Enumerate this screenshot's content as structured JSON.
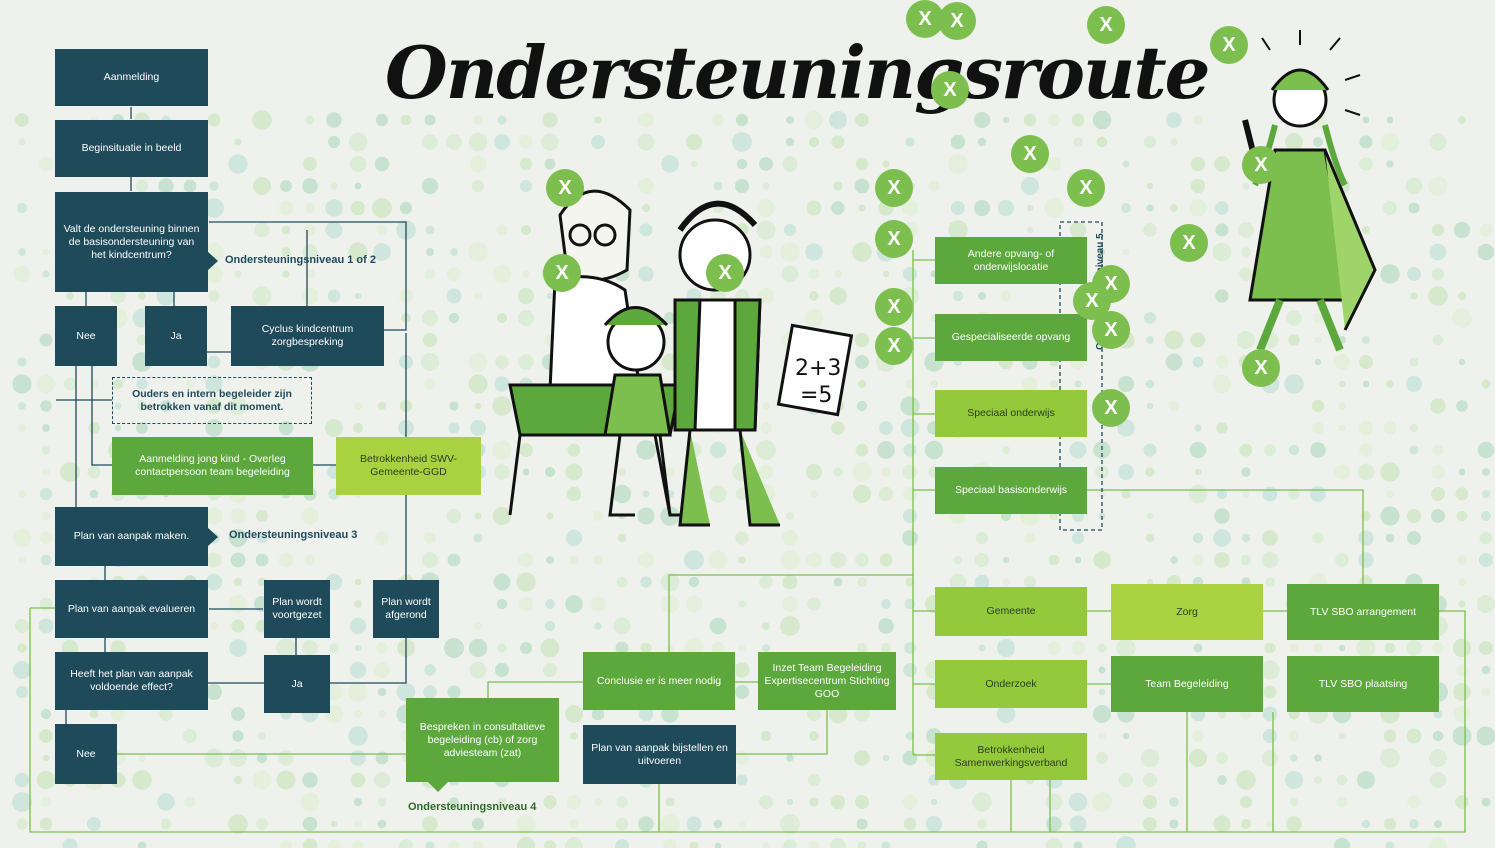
{
  "title": "Ondersteuningsroute",
  "boxes": {
    "aanmelding": "Aanmelding",
    "beginsituatie": "Beginsituatie in beeld",
    "valt": "Valt de ondersteuning binnen de basisondersteuning van het kindcentrum?",
    "nee1": "Nee",
    "ja1": "Ja",
    "cyclus": "Cyclus kindcentrum zorgbespreking",
    "ouders": "Ouders en intern begeleider zijn betrokken vanaf dit moment.",
    "aanmelding_jong": "Aanmelding jong kind - Overleg contactpersoon team begeleiding",
    "betrokkenheid_swv": "Betrokkenheid SWV-Gemeente-GGD",
    "plan_maken": "Plan van aanpak maken.",
    "plan_evalueren": "Plan van aanpak evalueren",
    "plan_voortgezet": "Plan wordt voortgezet",
    "plan_afgerond": "Plan wordt afgerond",
    "heeft_plan": "Heeft het plan van aanpak voldoende effect?",
    "ja2": "Ja",
    "nee2": "Nee",
    "bespreken": "Bespreken in consultatieve begeleiding (cb) of zorg adviesteam (zat)",
    "conclusie": "Conclusie er is meer nodig",
    "inzet": "Inzet Team Begeleiding Expertisecentrum Stichting GOO",
    "plan_bijstellen": "Plan van aanpak bijstellen en uitvoeren",
    "andere": "Andere opvang- of onderwijslocatie",
    "gespecialiseerde": "Gespecialiseerde opvang",
    "speciaal_onderwijs": "Speciaal onderwijs",
    "speciaal_basis": "Speciaal basisonderwijs",
    "gemeente": "Gemeente",
    "zorg": "Zorg",
    "tlv_arrangement": "TLV SBO arrangement",
    "onderzoek": "Onderzoek",
    "team_begeleiding": "Team Begeleiding",
    "tlv_plaatsing": "TLV SBO plaatsing",
    "betrokkenheid_samen": "Betrokkenheid Samenwerkingsverband"
  },
  "labels": {
    "niveau12": "Ondersteuningsniveau 1 of 2",
    "niveau3": "Ondersteuningsniveau 3",
    "niveau4": "Ondersteuningsniveau 4",
    "vertical": "Ondersteuningsniveau 5"
  },
  "close_marks": [
    "X",
    "X",
    "X",
    "X",
    "X",
    "X",
    "X",
    "X",
    "X",
    "X",
    "X",
    "X",
    "X",
    "X",
    "X",
    "X",
    "X",
    "X",
    "X",
    "X",
    "X",
    "X"
  ],
  "colors": {
    "navy": "#1f4a5a",
    "green": "#5da83c",
    "lime": "#93c93b",
    "xbtn": "#7cbf4e"
  }
}
